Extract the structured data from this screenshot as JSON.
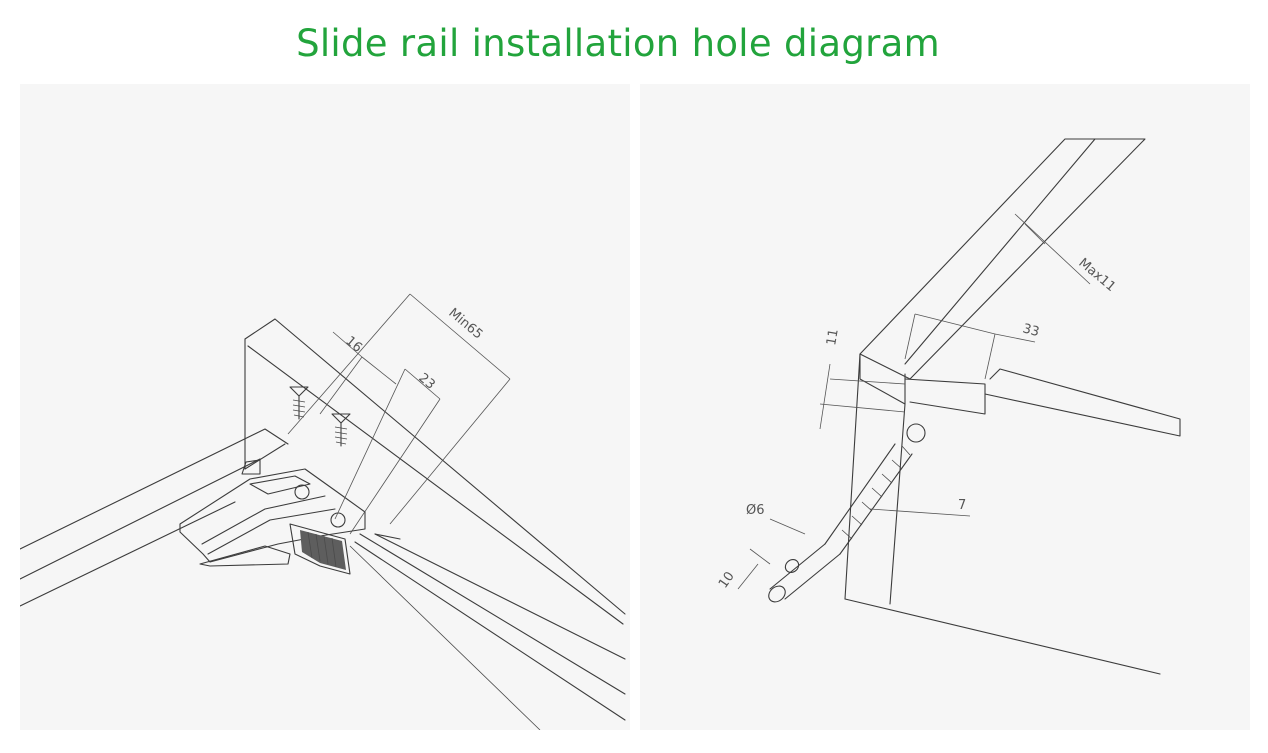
{
  "title": "Slide rail installation hole diagram",
  "left_diagram": {
    "dim_min65": "Min65",
    "dim_16": "16",
    "dim_23": "23"
  },
  "right_diagram": {
    "dim_max11": "Max11",
    "dim_33": "33",
    "dim_11": "11",
    "dim_7": "7",
    "dim_d6": "Ø6",
    "dim_10": "10"
  },
  "colors": {
    "title": "#22a43c",
    "panel_bg": "#f6f6f6",
    "line": "#3c3c3c",
    "board_fill": "#e9e9e9"
  }
}
